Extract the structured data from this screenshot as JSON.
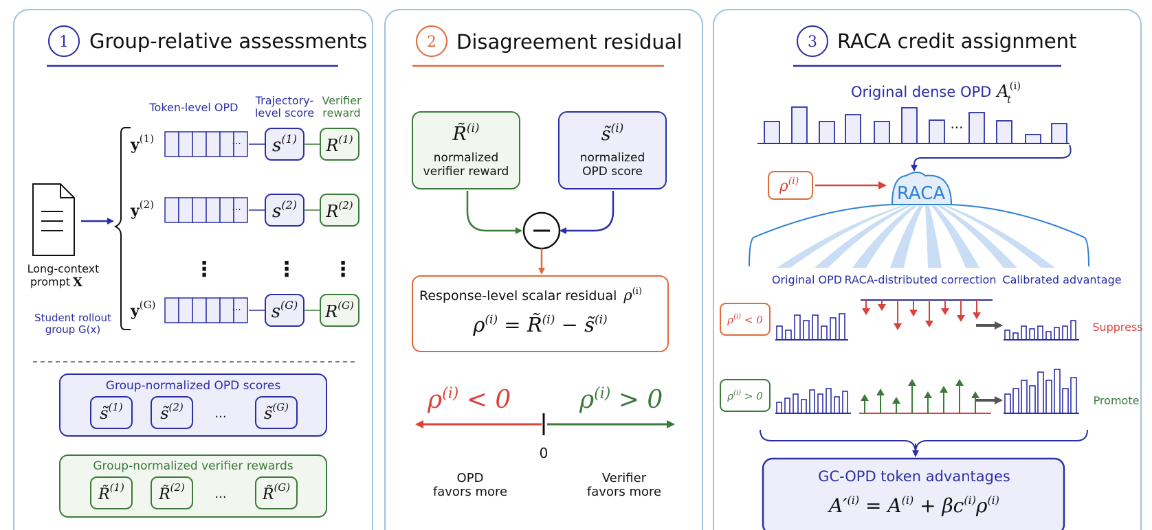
{
  "colors": {
    "panel_border": "#9ec4df",
    "navy": "#2b2fa6",
    "green": "#3c7a3a",
    "orange": "#e06a3a",
    "red": "#d9423a",
    "blue_text": "#2b2fa6",
    "light_fill": "#eeeefb",
    "green_fill": "#f1f7ee",
    "raca_blue": "#2f7fd6",
    "fan_blue": "#c9def5",
    "gray_arrow": "#555555"
  },
  "panel1": {
    "num": "1",
    "title": "Group-relative assessments",
    "col_token": "Token-level OPD",
    "col_traj_1": "Trajectory-",
    "col_traj_2": "level score",
    "col_ver_1": "Verifier",
    "col_ver_2": "reward",
    "rows": [
      {
        "y": "y",
        "sup": "(1)",
        "s": "s",
        "s_sup": "(1)",
        "r": "R",
        "r_sup": "(1)"
      },
      {
        "y": "y",
        "sup": "(2)",
        "s": "s",
        "s_sup": "(2)",
        "r": "R",
        "r_sup": "(2)"
      },
      {
        "y": "y",
        "sup": "(G)",
        "s": "s",
        "s_sup": "(G)",
        "r": "R",
        "r_sup": "(G)"
      }
    ],
    "dots": "···",
    "vdots": "⋮",
    "prompt_1": "Long-context",
    "prompt_2": "prompt",
    "prompt_x": "X",
    "student_1": "Student rollout",
    "student_2": "group  G(x)",
    "opd_box_title": "Group-normalized OPD scores",
    "opd_items": [
      "(1)",
      "(2)",
      "(G)"
    ],
    "ver_box_title": "Group-normalized verifier rewards",
    "ver_items": [
      "(1)",
      "(2)",
      "(G)"
    ],
    "s_tilde": "s̃",
    "r_tilde": "R̃",
    "ellipsis": "..."
  },
  "panel2": {
    "num": "2",
    "title": "Disagreement residual",
    "left_sym": "R̃",
    "left_sup": "(i)",
    "left_l1": "normalized",
    "left_l2": "verifier reward",
    "right_sym": "s̃",
    "right_sup": "(i)",
    "right_l1": "normalized",
    "right_l2": "OPD score",
    "minus": "−",
    "resid_title": "Response-level scalar residual",
    "resid_rho": "ρ",
    "resid_sup": "(i)",
    "eq_lhs": "ρ",
    "eq_rest": " = R̃",
    "eq_minus": " − s̃",
    "neg_label": "ρ",
    "neg_rest": " < 0",
    "pos_label": "ρ",
    "pos_rest": " > 0",
    "zero": "0",
    "opd_fav_1": "OPD",
    "opd_fav_2": "favors more",
    "ver_fav_1": "Verifier",
    "ver_fav_2": "favors more"
  },
  "panel3": {
    "num": "3",
    "title": "RACA credit assignment",
    "dense_title": "Original dense OPD",
    "dense_sym": "A",
    "dense_sup": "(i)",
    "dense_sub": "t",
    "dense_dots": "···",
    "rho_input": "ρ",
    "rho_sup": "(i)",
    "raca": "RACA",
    "lbl_orig": "Original OPD",
    "lbl_corr": "RACA-distributed correction",
    "lbl_cal": "Calibrated advantage",
    "neg_badge": "ρ",
    "neg_badge_rest": " < 0",
    "pos_badge": "ρ",
    "pos_badge_rest": " > 0",
    "suppress": "Suppress",
    "promote": "Promote",
    "final_title": "GC-OPD token advantages",
    "final_eq": "A′",
    "final_eq_rest": " = A",
    "final_eq_tail": " + βc",
    "final_eq_rho": "ρ"
  }
}
